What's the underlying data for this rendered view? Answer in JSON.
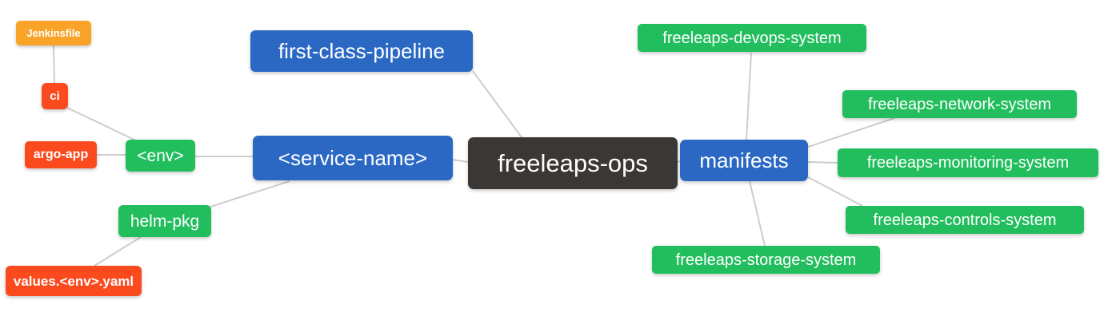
{
  "diagram": {
    "type": "mindmap",
    "root_id": "freeleaps_ops",
    "nodes": {
      "jenkinsfile": {
        "label": "Jenkinsfile",
        "color": "orange"
      },
      "ci": {
        "label": "ci",
        "color": "red"
      },
      "argo_app": {
        "label": "argo-app",
        "color": "red"
      },
      "env": {
        "label": "<env>",
        "color": "green"
      },
      "helm_pkg": {
        "label": "helm-pkg",
        "color": "green"
      },
      "values_env_yaml": {
        "label": "values.<env>.yaml",
        "color": "red"
      },
      "first_class_pipeline": {
        "label": "first-class-pipeline",
        "color": "blue"
      },
      "service_name": {
        "label": "<service-name>",
        "color": "blue"
      },
      "freeleaps_ops": {
        "label": "freeleaps-ops",
        "color": "dark"
      },
      "manifests": {
        "label": "manifests",
        "color": "blue"
      },
      "devops_system": {
        "label": "freeleaps-devops-system",
        "color": "green"
      },
      "network_system": {
        "label": "freeleaps-network-system",
        "color": "green"
      },
      "monitoring_system": {
        "label": "freeleaps-monitoring-system",
        "color": "green"
      },
      "controls_system": {
        "label": "freeleaps-controls-system",
        "color": "green"
      },
      "storage_system": {
        "label": "freeleaps-storage-system",
        "color": "green"
      }
    },
    "edges": [
      [
        "jenkinsfile",
        "ci"
      ],
      [
        "ci",
        "env"
      ],
      [
        "argo_app",
        "env"
      ],
      [
        "env",
        "service_name"
      ],
      [
        "helm_pkg",
        "service_name"
      ],
      [
        "values_env_yaml",
        "helm_pkg"
      ],
      [
        "first_class_pipeline",
        "freeleaps_ops"
      ],
      [
        "service_name",
        "freeleaps_ops"
      ],
      [
        "freeleaps_ops",
        "manifests"
      ],
      [
        "manifests",
        "devops_system"
      ],
      [
        "manifests",
        "network_system"
      ],
      [
        "manifests",
        "monitoring_system"
      ],
      [
        "manifests",
        "controls_system"
      ],
      [
        "manifests",
        "storage_system"
      ]
    ],
    "palette": {
      "blue": "#2A68C4",
      "green": "#22BE5E",
      "red": "#FA4A1E",
      "orange": "#F9A429",
      "dark": "#3B3734",
      "edge_line": "#CDCDCD",
      "text": "#FFFFFF"
    }
  }
}
